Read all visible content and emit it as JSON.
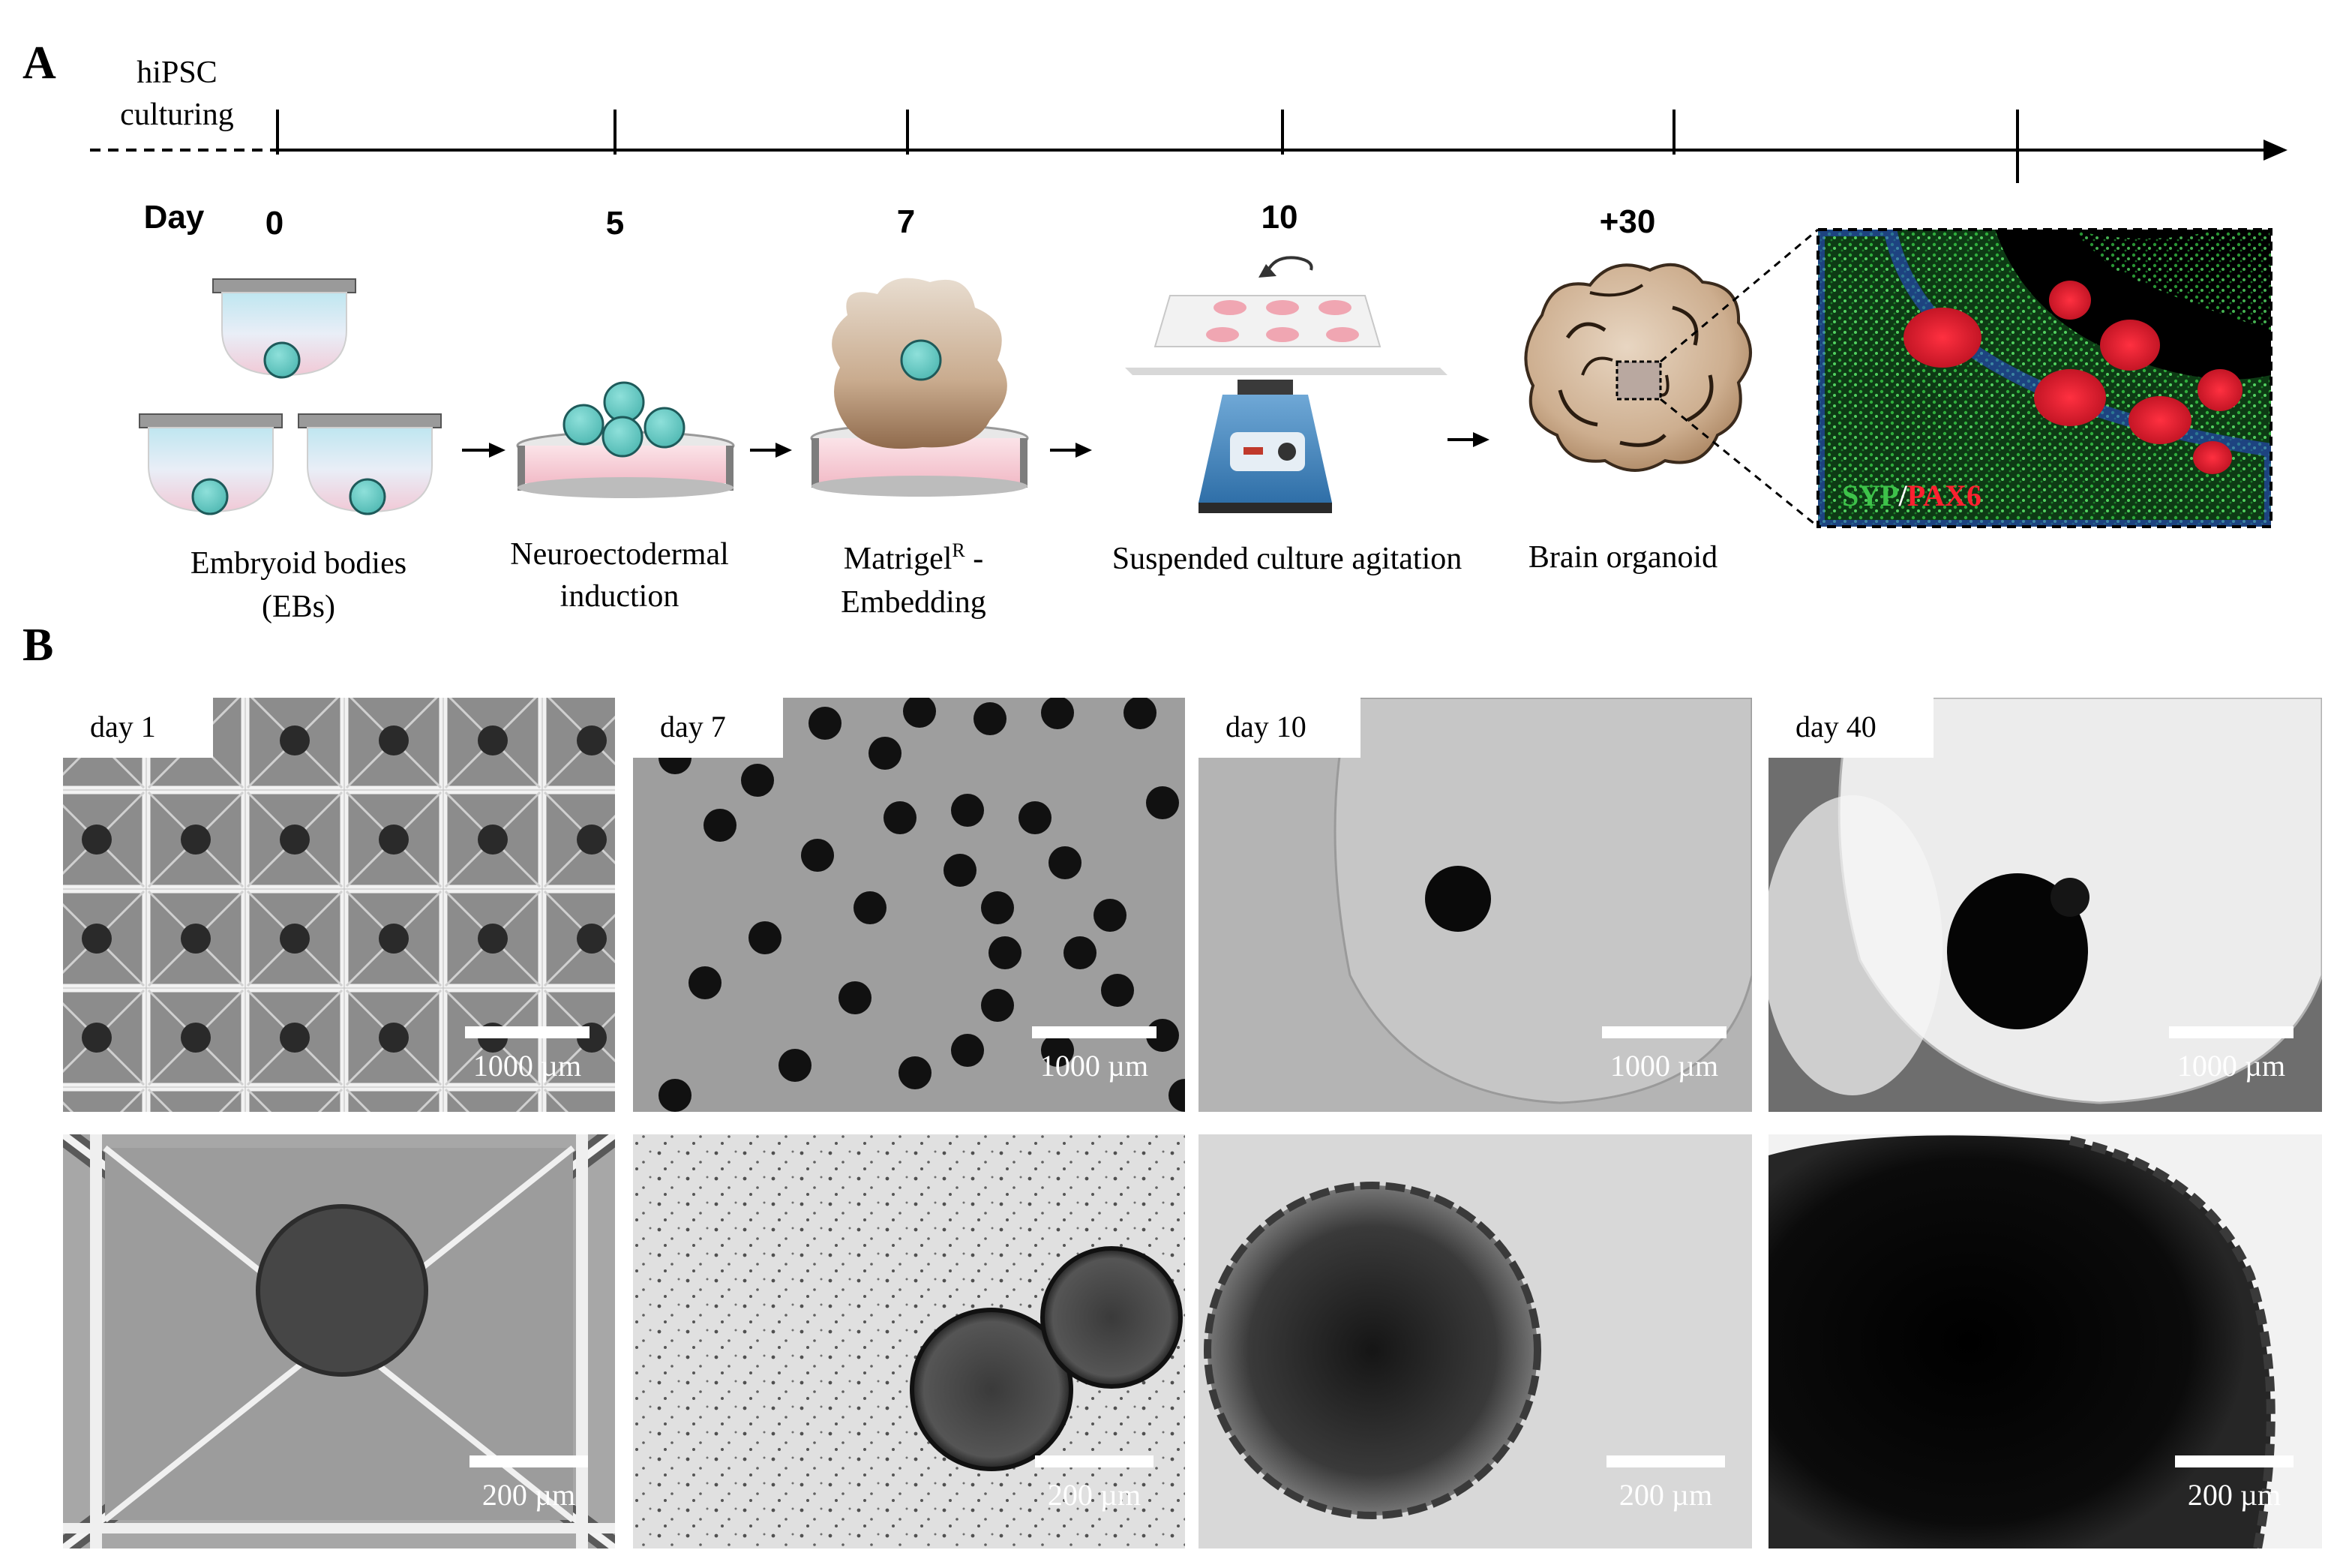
{
  "panel_a": {
    "letter": "A",
    "pre_label_line1": "hiPSC",
    "pre_label_line2": "culturing",
    "day_label": "Day",
    "ticks": [
      "0",
      "5",
      "7",
      "10",
      "+30"
    ],
    "stages": {
      "eb_line1": "Embryoid bodies",
      "eb_line2": "(EBs)",
      "neuro_line1": "Neuroectodermal",
      "neuro_line2": "induction",
      "matrigel_main": "Matrigel",
      "matrigel_sup": "R",
      "matrigel_tail": " -",
      "matrigel_line2": "Embedding",
      "suspended": "Suspended culture agitation",
      "organoid": "Brain organoid"
    },
    "stain_green": "SYP",
    "stain_sep": "/",
    "stain_red": "PAX6",
    "colors": {
      "bead": "#5cc6c0",
      "bead_stroke": "#1e5a5a",
      "green_stain": "#3ec24a",
      "red_stain": "#ff2030",
      "pink": "#f6cfd6"
    }
  },
  "panel_b": {
    "letter": "B",
    "top_row": [
      {
        "label": "day 1",
        "scale": "1000 µm"
      },
      {
        "label": "day 7",
        "scale": "1000 µm"
      },
      {
        "label": "day 10",
        "scale": "1000 µm"
      },
      {
        "label": "day 40",
        "scale": "1000 µm"
      }
    ],
    "bottom_row": [
      {
        "scale": "200 µm"
      },
      {
        "scale": "200 µm"
      },
      {
        "scale": "200 µm"
      },
      {
        "scale": "200 µm"
      }
    ]
  }
}
